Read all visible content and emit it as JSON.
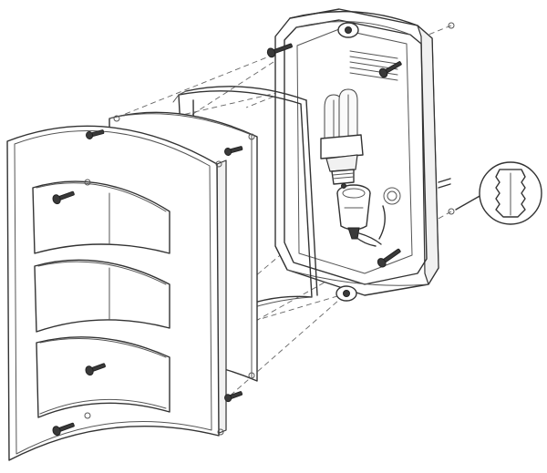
{
  "diagram": {
    "type": "exploded-assembly",
    "parts": [
      {
        "name": "front-cover-frame"
      },
      {
        "name": "glass-panel"
      },
      {
        "name": "wire-guard"
      },
      {
        "name": "back-housing"
      },
      {
        "name": "cfl-bulb"
      },
      {
        "name": "lamp-socket"
      },
      {
        "name": "wall-plug-detail"
      },
      {
        "name": "screws"
      }
    ]
  },
  "colors": {
    "line": "#333333",
    "fill": "#ffffff",
    "shade": "#f1f1f1",
    "dark": "#3a3a3a"
  }
}
